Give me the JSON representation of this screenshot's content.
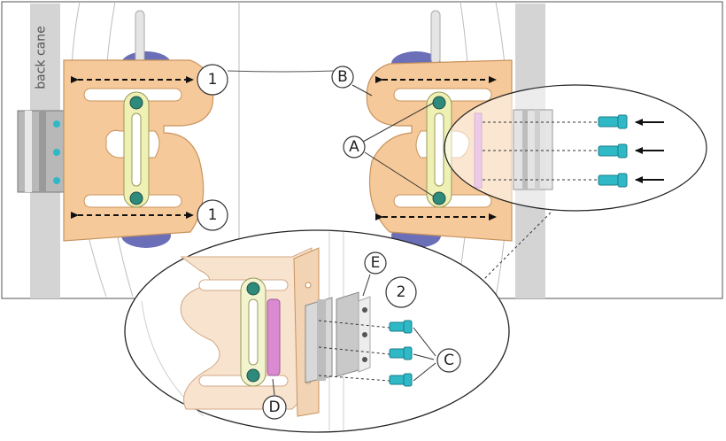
{
  "labels": {
    "back_cane": "back cane",
    "num1_top": "1",
    "num1_bottom": "1",
    "num2": "2",
    "A": "A",
    "B": "B",
    "C": "C",
    "D": "D",
    "E": "E"
  },
  "colors": {
    "plate": "#f6c99a",
    "plate_stroke": "#c8935c",
    "plate_light": "#f8e3cf",
    "slider": "#eef0b4",
    "slider_stroke": "#9a9a5a",
    "knob": "#6b6fb8",
    "cane": "#cfcfcf",
    "bolt": "#2fb9c6",
    "pink": "#d98ad0",
    "line": "#333333"
  }
}
